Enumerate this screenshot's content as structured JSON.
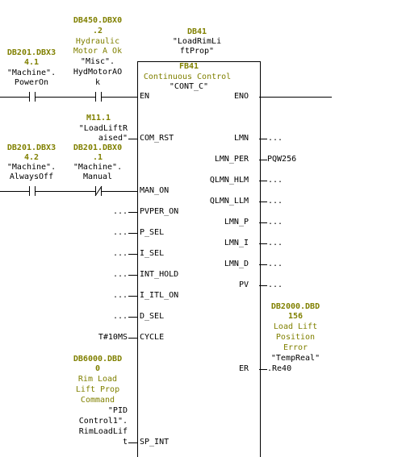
{
  "instance_db": {
    "address": "DB41",
    "symbol_l1": "\"LoadRimLi",
    "symbol_l2": "ftProp\""
  },
  "fb": {
    "number": "FB41",
    "comment": "Continuous Control",
    "symbol": "\"CONT_C\""
  },
  "contact1": {
    "address_l1": "DB201.DBX3",
    "address_l2": "4.1",
    "symbol_l1": "\"Machine\".",
    "symbol_l2": "PowerOn"
  },
  "contact2": {
    "address_l1": "DB450.DBX0",
    "address_l2": ".2",
    "comment_l1": "Hydraulic",
    "comment_l2": "Motor A Ok",
    "symbol_l1": "\"Misc\".",
    "symbol_l2": "HydMotorAO",
    "symbol_l3": "k"
  },
  "contact3": {
    "address_l1": "DB201.DBX3",
    "address_l2": "4.2",
    "symbol_l1": "\"Machine\".",
    "symbol_l2": "AlwaysOff"
  },
  "contact4": {
    "address_l1": "DB201.DBX0",
    "address_l2": ".1",
    "symbol_l1": "\"Machine\".",
    "symbol_l2": "Manual"
  },
  "com_rst_operand": {
    "address": "M11.1",
    "symbol_l1": "\"LoadLiftR",
    "symbol_l2": "aised\""
  },
  "cycle_value": "T#10MS",
  "sp_int_operand": {
    "address_l1": "DB6000.DBD",
    "address_l2": "0",
    "comment_l1": "Rim Load",
    "comment_l2": "Lift Prop",
    "comment_l3": "Command",
    "symbol_l1": "\"PID",
    "symbol_l2": "Control1\".",
    "symbol_l3": "RimLoadLif",
    "symbol_l4": "t"
  },
  "er_operand": {
    "address_l1": "DB2000.DBD",
    "address_l2": "156",
    "comment_l1": "Load Lift",
    "comment_l2": "Position",
    "comment_l3": "Error",
    "symbol_l1": "\"TempReal\"",
    "symbol_l2": ".Re40"
  },
  "unconnected": "...",
  "inputs": [
    "EN",
    "COM_RST",
    "MAN_ON",
    "PVPER_ON",
    "P_SEL",
    "I_SEL",
    "INT_HOLD",
    "I_ITL_ON",
    "D_SEL",
    "CYCLE",
    "SP_INT"
  ],
  "outputs": [
    "ENO",
    "LMN",
    "LMN_PER",
    "QLMN_HLM",
    "QLMN_LLM",
    "LMN_P",
    "LMN_I",
    "LMN_D",
    "PV",
    "ER"
  ],
  "lmn_per_operand": "PQW256"
}
